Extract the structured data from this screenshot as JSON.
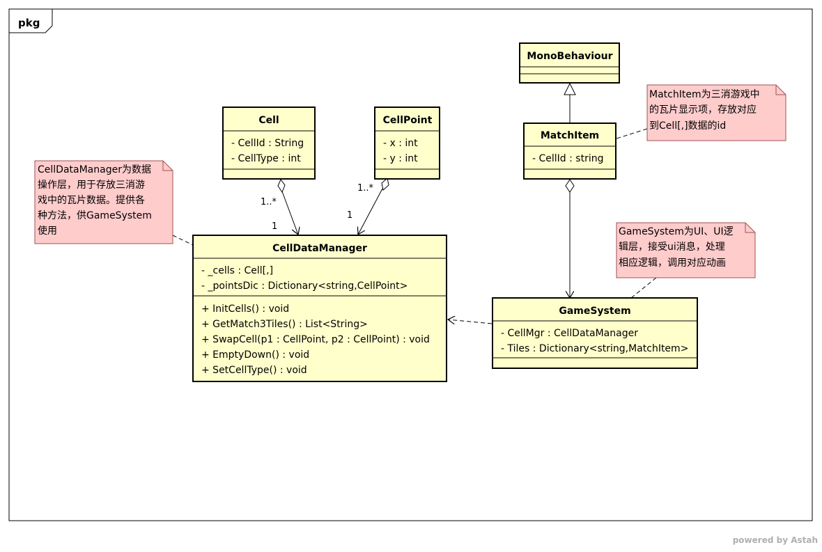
{
  "package": {
    "label": "pkg"
  },
  "classes": {
    "cell": {
      "name": "Cell",
      "attributes": [
        "- CellId : String",
        "- CellType : int"
      ]
    },
    "cellpoint": {
      "name": "CellPoint",
      "attributes": [
        "- x : int",
        "- y : int"
      ]
    },
    "monobehaviour": {
      "name": "MonoBehaviour",
      "attributes": []
    },
    "matchitem": {
      "name": "MatchItem",
      "attributes": [
        "- CellId : string"
      ]
    },
    "celldatamanager": {
      "name": "CellDataManager",
      "attributes": [
        "- _cells : Cell[,]",
        "- _pointsDic : Dictionary<string,CellPoint>"
      ],
      "operations": [
        "+ InitCells() : void",
        "+ GetMatch3Tiles() : List<String>",
        "+ SwapCell(p1 : CellPoint, p2 : CellPoint) : void",
        "+ EmptyDown() : void",
        "+ SetCellType() : void"
      ]
    },
    "gamesystem": {
      "name": "GameSystem",
      "attributes": [
        "- CellMgr : CellDataManager",
        "- Tiles : Dictionary<string,MatchItem>"
      ]
    }
  },
  "notes": {
    "celldatamanager": [
      "CellDataManager为数据",
      "操作层，用于存放三消游",
      "戏中的瓦片数据。提供各",
      "种方法，供GameSystem",
      "使用"
    ],
    "matchitem": [
      "MatchItem为三消游戏中",
      "的瓦片显示项，存放对应",
      "到Cell[,]数据的id"
    ],
    "gamesystem": [
      "GameSystem为UI、UI逻",
      "辑层，接受ui消息，处理",
      "相应逻辑，调用对应动画"
    ]
  },
  "multiplicities": {
    "cell_many": "1..*",
    "cell_one": "1",
    "point_many": "1..*",
    "point_one": "1"
  },
  "footer": {
    "powered": "powered by Astah"
  },
  "colors": {
    "class_fill": "#ffffcc",
    "note_fill": "#ffcccc",
    "note_border": "#a05050"
  }
}
